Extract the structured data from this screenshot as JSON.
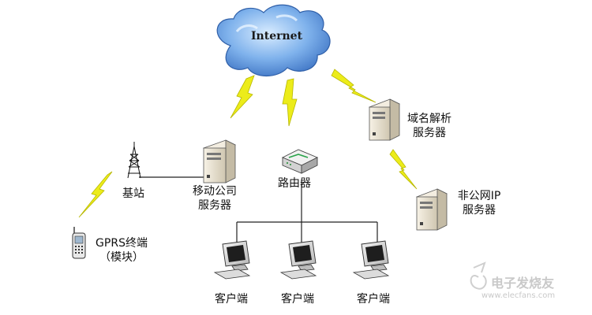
{
  "cloud": {
    "label": "Internet"
  },
  "nodes": {
    "base_station": "基站",
    "mobile_server": {
      "line1": "移动公司",
      "line2": "服务器"
    },
    "router": "路由器",
    "dns_server": {
      "line1": "域名解析",
      "line2": "服务器"
    },
    "nonpublic_server": {
      "line1": "非公网IP",
      "line2": "服务器"
    },
    "gprs_terminal": {
      "line1": "GPRS终端",
      "line2": "（模块）"
    },
    "clients": [
      "客户端",
      "客户端",
      "客户端"
    ]
  },
  "watermark": {
    "logo_text": "电子发烧友",
    "url": "www.elecfans.com"
  },
  "colors": {
    "lightning": "#ecec1a",
    "cloud": "#5a8fd6",
    "server": "#ede6d6",
    "line": "#222222"
  }
}
